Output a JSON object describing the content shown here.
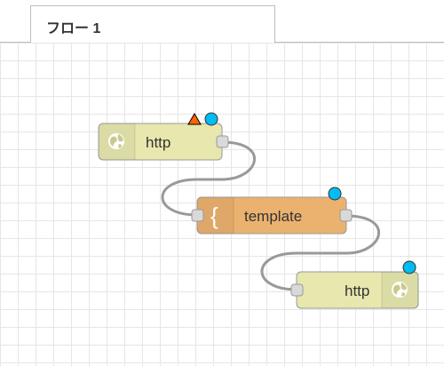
{
  "tab": {
    "label": "フロー 1"
  },
  "colors": {
    "http_node": "#e7e7ae",
    "http_icon_area": "#d5d5a0",
    "template_node": "#ebb26f",
    "template_icon_area": "#e4a456",
    "link": "#999999",
    "status_dot": "#00bcf2",
    "warning": "#ff6600"
  },
  "nodes": [
    {
      "id": "http-in",
      "label": "http",
      "icon": "globe-icon",
      "changed": true,
      "warning": true
    },
    {
      "id": "template",
      "label": "template",
      "icon": "curly-brace-icon",
      "changed": true,
      "warning": false
    },
    {
      "id": "http-response",
      "label": "http",
      "icon": "globe-icon",
      "changed": true,
      "warning": false
    }
  ]
}
